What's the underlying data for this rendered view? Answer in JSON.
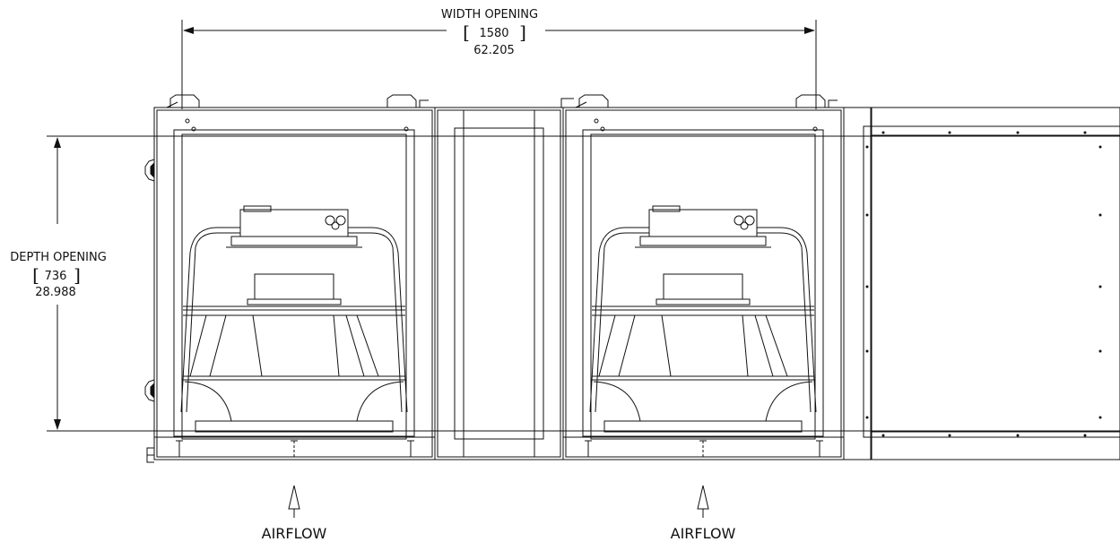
{
  "width_dimension": {
    "label": "WIDTH OPENING",
    "metric": "1580",
    "imperial": "62.205"
  },
  "depth_dimension": {
    "label": "DEPTH OPENING",
    "metric": "736",
    "imperial": "28.988"
  },
  "airflow_labels": [
    "AIRFLOW",
    "AIRFLOW"
  ],
  "colors": {
    "line": "#111111",
    "background": "#ffffff"
  }
}
